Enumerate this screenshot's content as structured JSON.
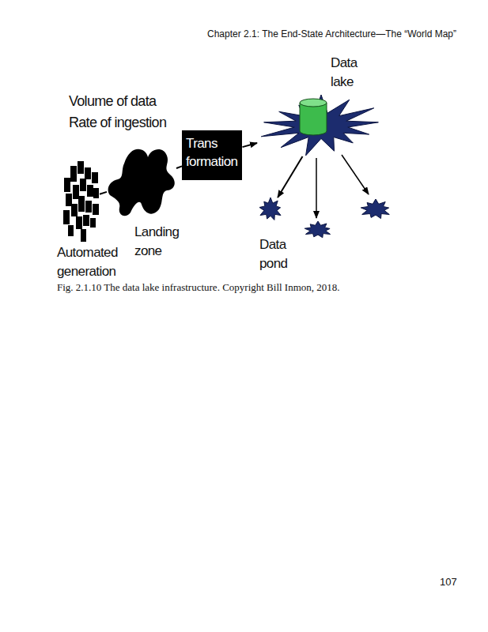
{
  "diagram": {
    "caption": "Fig. 2.1.10 The data lake infrastructure. Copyright Bill Inmon, 2018.",
    "nodes": [
      {
        "text": [
          "Automated generation"
        ]
      },
      {
        "text": [
          "Landing zone"
        ]
      },
      {
        "text": [
          "Trans formation"
        ]
      },
      {
        "text": [
          "Data lake"
        ]
      },
      {
        "text": [
          "Data pond"
        ]
      }
    ],
    "edges": [
      {
        "from": 0,
        "to": 1,
        "arrow": "none"
      },
      {
        "from": 1,
        "to": 2,
        "arrow": "none"
      },
      {
        "from": 2,
        "to": 3,
        "arrow": "to"
      },
      {
        "from": 3,
        "to": 4,
        "arrow": "to"
      }
    ],
    "labels": [
      "Chapter 2.1: The End-State Architecture—The “World Map”",
      "Volume of data",
      "Rate of ingestion",
      "107"
    ]
  }
}
